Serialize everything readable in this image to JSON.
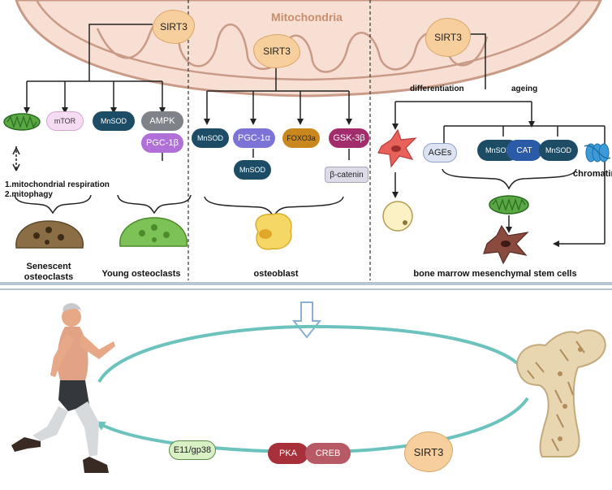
{
  "colors": {
    "mitochondria_fill": "#f7e0d3",
    "mitochondria_stroke": "#c99a86",
    "sirt3_fill": "#f6cf9c",
    "teal_cycle": "#6cc3bd",
    "mnsod_fill": "#1d4d66",
    "pgc_fill": "#7b74d6",
    "foxo3a_fill": "#c9871e",
    "gsk_fill": "#a32c6d",
    "pka_fill": "#a8303b",
    "e11_fill": "#d8f0c4"
  },
  "top": {
    "mitochondria_label": "Mitochondria",
    "panel1": {
      "sirt3": "SIRT3",
      "targets": [
        "mTOR",
        "MnSOD",
        "AMPK",
        "PGC-1β"
      ],
      "effects": [
        "1.mitochondrial respiration",
        "2.mitophagy"
      ],
      "senescent": [
        "Senescent",
        "osteoclasts"
      ],
      "young": "Young osteoclasts"
    },
    "panel2": {
      "sirt3": "SIRT3",
      "targets": [
        "MnSOD",
        "PGC-1α",
        "FOXO3a",
        "GSK-3β"
      ],
      "sub": [
        "MnSOD",
        "β-catenin"
      ],
      "cell": "osteoblast"
    },
    "panel3": {
      "sirt3": "SIRT3",
      "differentiation": "differentiation",
      "ageing": "ageing",
      "items": [
        "AGEs",
        "MnSOD",
        "CAT",
        "MnSOD"
      ],
      "chromatin": "chromatin",
      "cell": "bone marrow mesenchymal stem cells"
    }
  },
  "bottom": {
    "e11": "E11/gp38",
    "pka": "PKA",
    "creb": "CREB",
    "sirt3": "SIRT3"
  }
}
